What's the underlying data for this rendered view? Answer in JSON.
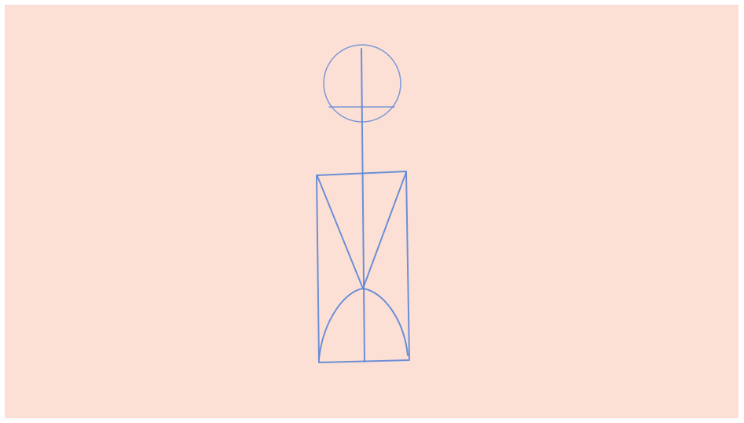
{
  "canvas": {
    "background_color": "#fde0d5",
    "border_color": "#ffffff"
  },
  "sketch": {
    "stroke_color": "#5b86d6",
    "parts": [
      "head-circle",
      "head-guide-line",
      "center-axis-line",
      "body-rectangle",
      "inverted-triangle",
      "lower-arc"
    ]
  }
}
